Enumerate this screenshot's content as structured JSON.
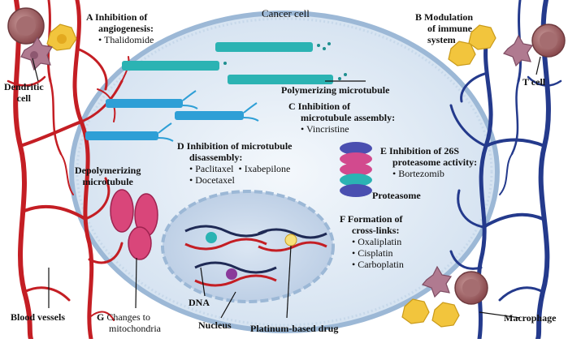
{
  "cancer_cell": "Cancer cell",
  "panels": {
    "A": {
      "letter": "A",
      "title": [
        "Inhibition of",
        "angiogenesis:"
      ],
      "drugs": [
        "Thalidomide"
      ]
    },
    "B": {
      "letter": "B",
      "title": [
        "Modulation",
        "of immune",
        "system"
      ]
    },
    "C": {
      "letter": "C",
      "title": [
        "Inhibition of",
        "microtubule assembly:"
      ],
      "drugs": [
        "Vincristine"
      ]
    },
    "D": {
      "letter": "D",
      "title": [
        "Inhibition of microtubule",
        "disassembly:"
      ],
      "drugs": [
        "Paclitaxel",
        "Ixabepilone",
        "Docetaxel"
      ]
    },
    "E": {
      "letter": "E",
      "title": [
        "Inhibition of 26S",
        "proteasome activity:"
      ],
      "drugs": [
        "Bortezomib"
      ]
    },
    "F": {
      "letter": "F",
      "title": [
        "Formation of",
        "cross-links:"
      ],
      "drugs": [
        "Oxaliplatin",
        "Cisplatin",
        "Carboplatin"
      ]
    },
    "G": {
      "letter": "G",
      "title": [
        "Changes to",
        "mitochondria"
      ]
    }
  },
  "labels": {
    "polymerizing": "Polymerizing microtubule",
    "depolymerizing": [
      "Depolymerizing",
      "microtubule"
    ],
    "proteasome": "Proteasome",
    "dna": "DNA",
    "nucleus": "Nucleus",
    "platinum": "Platinum-based drug",
    "blood_vessels": "Blood vessels",
    "dendritic": [
      "Dendritic",
      "cell"
    ],
    "tcell": "T cell",
    "macrophage": "Macrophage"
  },
  "colors": {
    "vessel_red": "#c41e24",
    "vessel_blue": "#243a8c",
    "membrane": "#a9c2dc",
    "cytoplasm": "#e6eff8",
    "nucleus_fill": "#c8d7ea",
    "microtubule": "#2bb3b3",
    "microtubule_blue": "#2e9fd6",
    "mito": "#d9467a",
    "dendritic": "#b07a90",
    "tcell": "#9a5a5e",
    "macrophage": "#f2c53d"
  }
}
